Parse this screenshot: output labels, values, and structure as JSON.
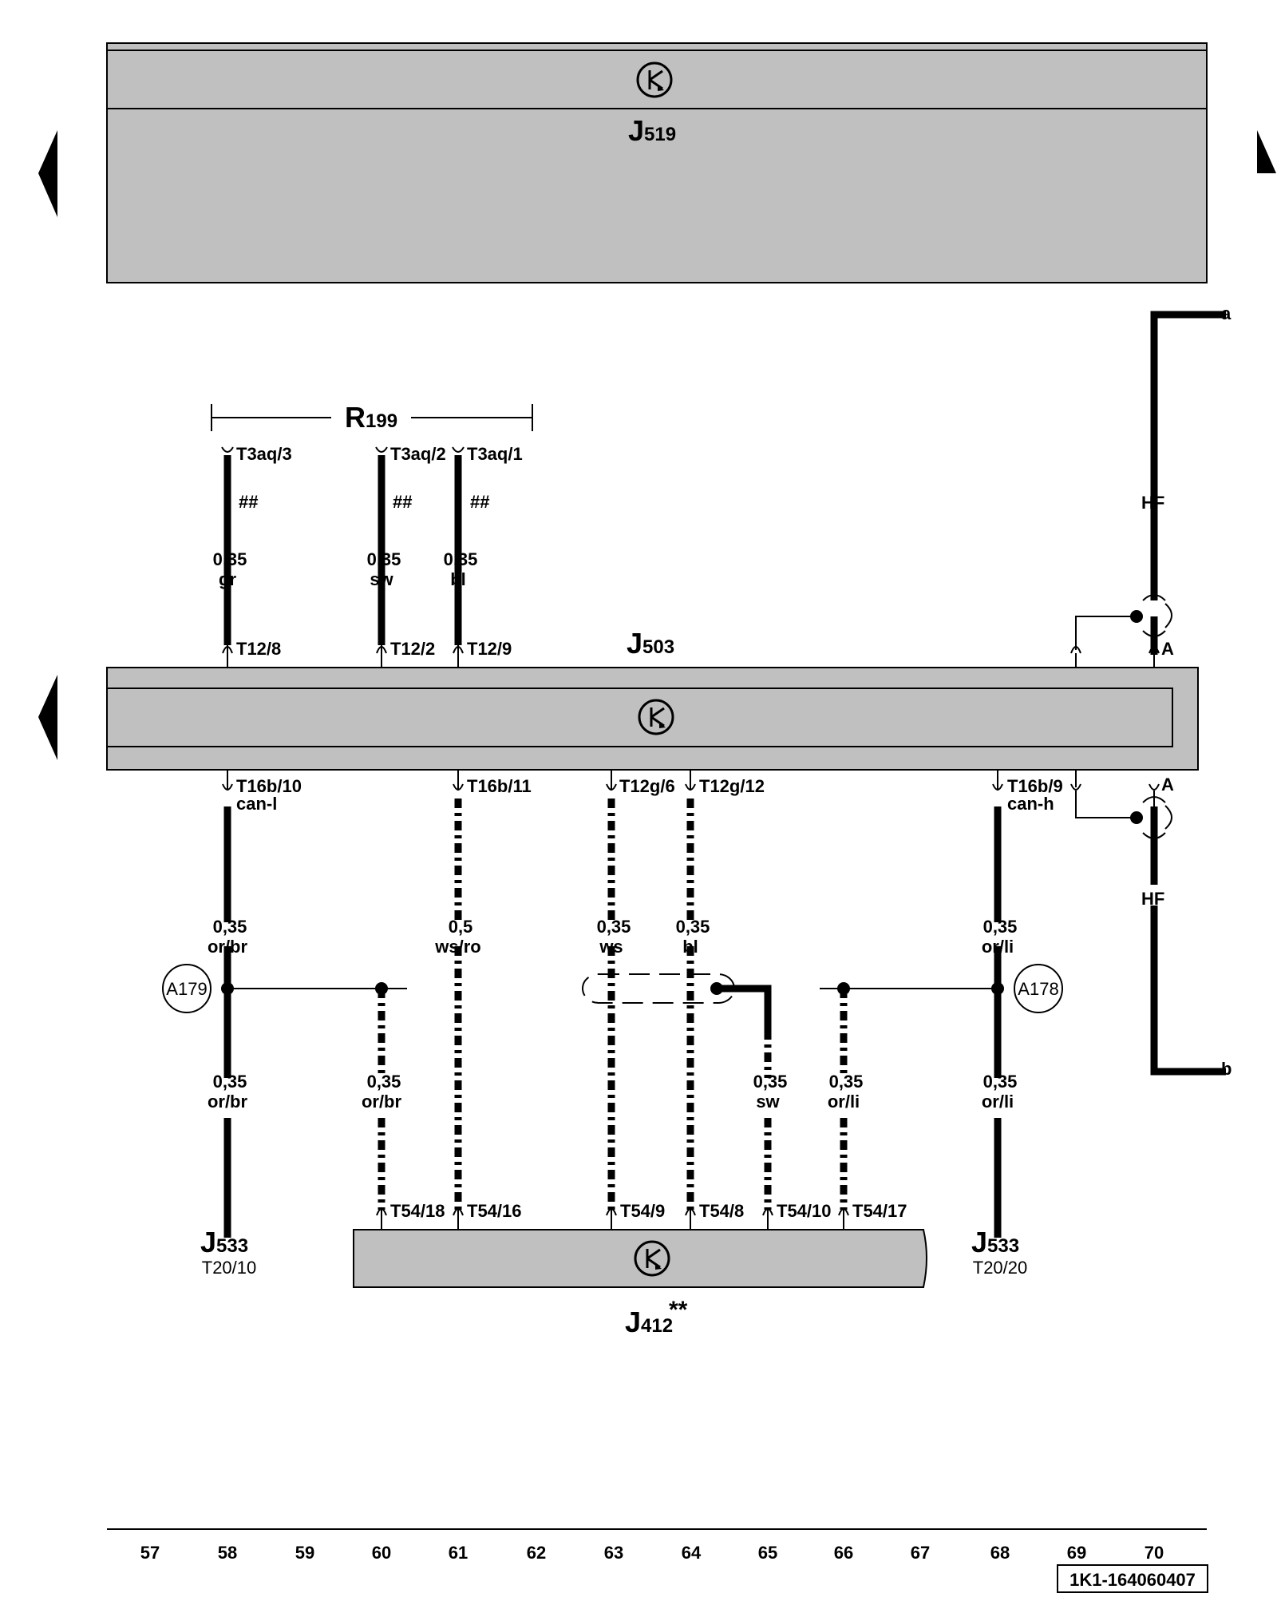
{
  "components": {
    "j519": {
      "letter": "J",
      "number": "519"
    },
    "r199": {
      "letter": "R",
      "number": "199"
    },
    "j503": {
      "letter": "J",
      "number": "503"
    },
    "j412": {
      "letter": "J",
      "number": "412",
      "mark": "**"
    },
    "j533_left": {
      "letter": "J",
      "number": "533",
      "pin": "T20/10"
    },
    "j533_right": {
      "letter": "J",
      "number": "533",
      "pin": "T20/20"
    }
  },
  "connectors_top": {
    "c1": "T3aq/3",
    "c2": "T3aq/2",
    "c3": "T3aq/1",
    "j1": "T12/8",
    "j2": "T12/2",
    "j3": "T12/9",
    "antenna_a": "A"
  },
  "wires_top": [
    {
      "gauge": "0,35",
      "color": "gr",
      "note": "##"
    },
    {
      "gauge": "0,35",
      "color": "sw",
      "note": "##"
    },
    {
      "gauge": "0,35",
      "color": "bl",
      "note": "##"
    }
  ],
  "connectors_mid": {
    "t16b10": "T16b/10",
    "canl": "can-l",
    "t16b11": "T16b/11",
    "t12g6": "T12g/6",
    "t12g12": "T12g/12",
    "t16b9": "T16b/9",
    "canh": "can-h",
    "antenna_a": "A"
  },
  "wires_mid": [
    {
      "gauge": "0,35",
      "color": "or/br"
    },
    {
      "gauge": "0,5",
      "color": "ws/ro"
    },
    {
      "gauge": "0,35",
      "color": "ws"
    },
    {
      "gauge": "0,35",
      "color": "bl"
    },
    {
      "gauge": "0,35",
      "color": "or/li"
    }
  ],
  "wires_low": [
    {
      "gauge": "0,35",
      "color": "or/br"
    },
    {
      "gauge": "0,35",
      "color": "or/br"
    },
    {
      "gauge": "0,35",
      "color": "sw"
    },
    {
      "gauge": "0,35",
      "color": "or/li"
    },
    {
      "gauge": "0,35",
      "color": "or/li"
    }
  ],
  "junctions": {
    "left": "A179",
    "right": "A178"
  },
  "connectors_j412": {
    "p1": "T54/18",
    "p2": "T54/16",
    "p3": "T54/9",
    "p4": "T54/8",
    "p5": "T54/10",
    "p6": "T54/17"
  },
  "antenna": {
    "top": "HF",
    "bottom": "HF",
    "end_a": "a",
    "end_b": "b"
  },
  "grid_numbers": [
    "57",
    "58",
    "59",
    "60",
    "61",
    "62",
    "63",
    "64",
    "65",
    "66",
    "67",
    "68",
    "69",
    "70"
  ],
  "doc_id": "1K1-164060407",
  "colors": {
    "module_fill": "#c0c0c0",
    "line": "#000000",
    "background": "#ffffff"
  }
}
